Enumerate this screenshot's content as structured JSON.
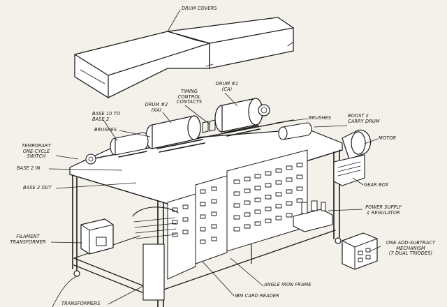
{
  "labels": {
    "drum_covers": "DRUM COVERS",
    "timing_control_contacts": "TIMING\nCONTROL\nCONTACTS",
    "drum1": "DRUM #1\n(CA)",
    "drum2": "DRUM #2\n(KA)",
    "base10to2": "BASE 10 TO\nBASE 2",
    "brushes_left": "BRUSHES",
    "brushes_right": "BRUSHES",
    "boost_carry_drum": "BOOST ¢\nCARRY DRUM",
    "motor": "MOTOR",
    "temporary_switch": "TEMPORARY\nONE-CYCLE\nSWITCH",
    "base2in": "BASE 2 IN",
    "base2out": "BASE 2 OUT",
    "gear_box": "GEAR BOX",
    "power_supply": "POWER SUPPLY\n¢ REGULATOR",
    "filament_transformer": "FILAMENT\nTRANSFORMER",
    "add_subtract": "ONE ADD-SUBTRACT\nMECHANISM\n(7 DUAL TRIODES)",
    "angle_iron_frame": "ANGLE IRON FRAME",
    "ibm_card_reader": "IBM CARD READER",
    "transformers": "TRANSFORMERS"
  }
}
